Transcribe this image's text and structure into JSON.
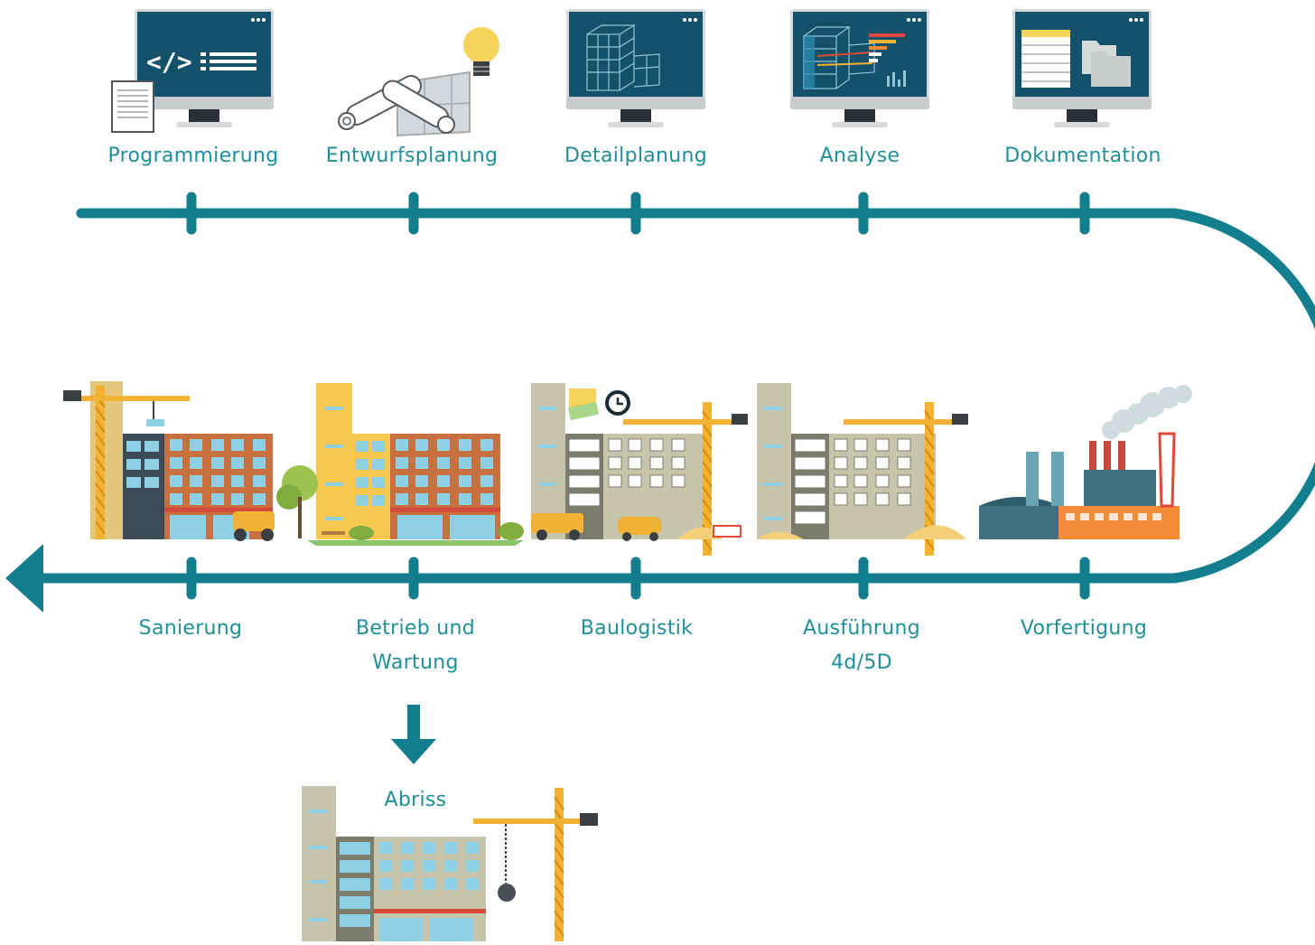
{
  "top_stages": [
    {
      "label": "Programmierung",
      "icon": "code-monitor-icon"
    },
    {
      "label": "Entwurfsplanung",
      "icon": "blueprint-lightbulb-icon"
    },
    {
      "label": "Detailplanung",
      "icon": "wireframe-monitor-icon"
    },
    {
      "label": "Analyse",
      "icon": "analysis-monitor-icon"
    },
    {
      "label": "Dokumentation",
      "icon": "documents-monitor-icon"
    }
  ],
  "bottom_stages": [
    {
      "label": "Sanierung",
      "icon": "renovation-building-icon"
    },
    {
      "label": "Betrieb und\nWartung",
      "icon": "operating-building-icon"
    },
    {
      "label": "Baulogistik",
      "icon": "logistics-building-icon"
    },
    {
      "label": "Ausführung\n4d/5D",
      "icon": "construction-building-icon"
    },
    {
      "label": "Vorfertigung",
      "icon": "factory-icon"
    }
  ],
  "end_stage": {
    "label": "Abriss",
    "icon": "demolition-crane-icon"
  },
  "colors": {
    "track": "#137f8e",
    "label": "#1f8f98",
    "screen": "#14516b",
    "crane": "#f2b233"
  }
}
